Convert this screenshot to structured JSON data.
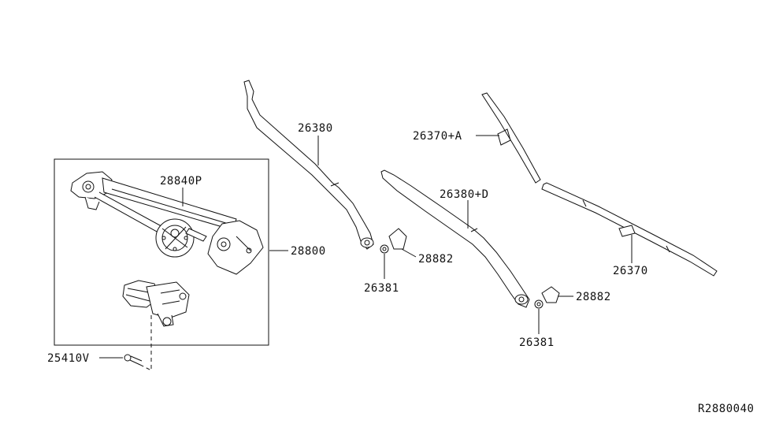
{
  "labels": {
    "p28840P": "28840P",
    "p28800": "28800",
    "p25410V": "25410V",
    "p26380": "26380",
    "p26381_a": "26381",
    "p28882_a": "28882",
    "p26380D": "26380+D",
    "p26381_b": "26381",
    "p28882_b": "28882",
    "p26370A": "26370+A",
    "p26370": "26370",
    "ref": "R2880040"
  },
  "icons": {
    "linkage": "wiper-linkage-icon",
    "motor": "wiper-motor-icon",
    "bolt": "bolt-icon",
    "arm": "wiper-arm-icon",
    "nut": "nut-icon",
    "cap": "cap-icon",
    "blade": "wiper-blade-icon"
  }
}
